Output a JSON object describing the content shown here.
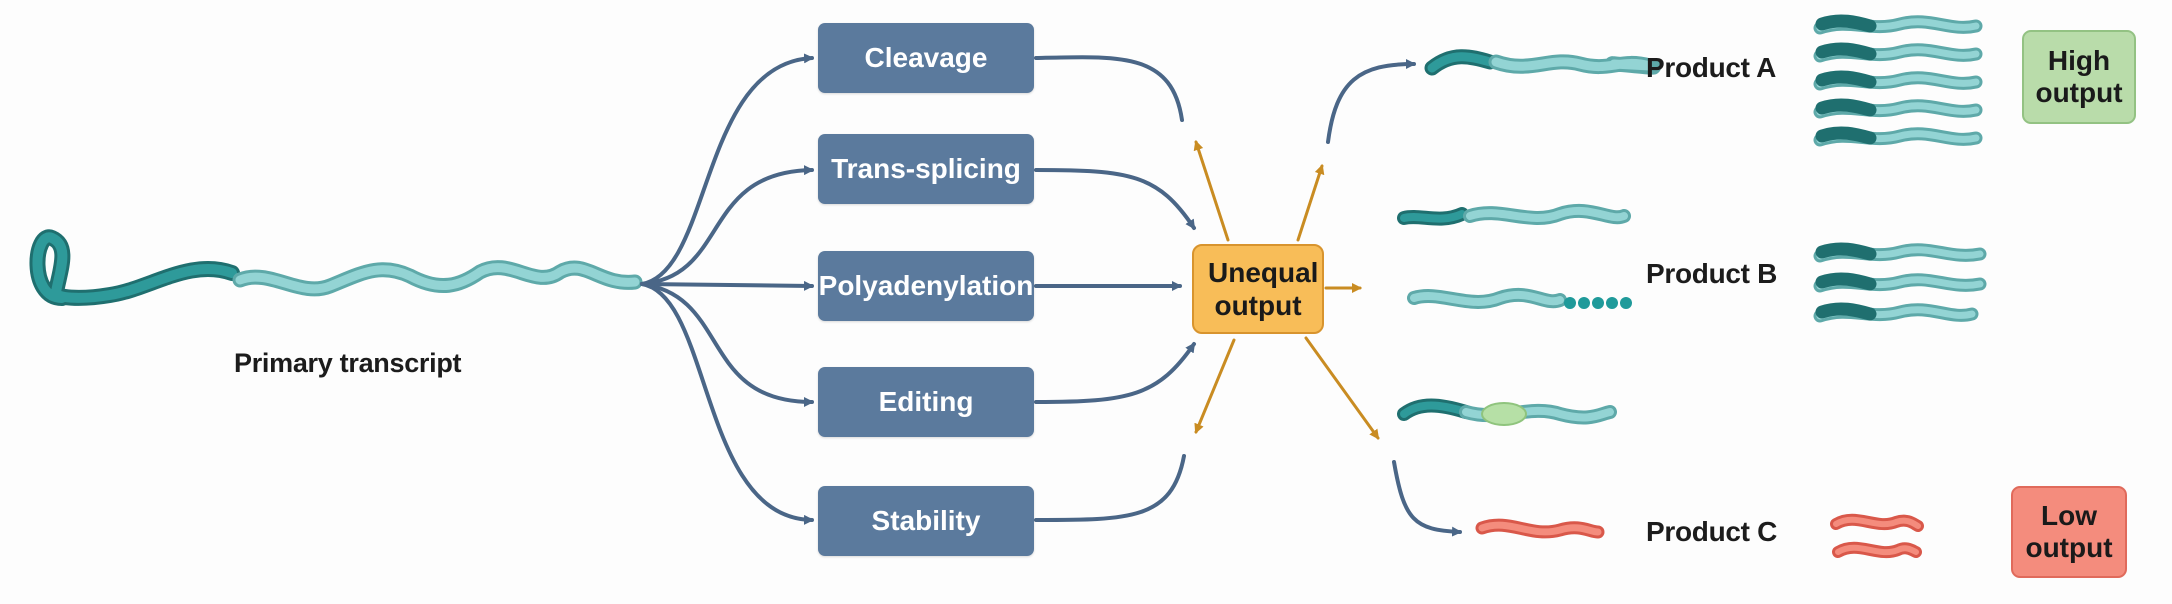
{
  "primary_transcript": {
    "label": "Primary transcript"
  },
  "steps": [
    {
      "label": "Cleavage"
    },
    {
      "label": "Trans-splicing"
    },
    {
      "label": "Polyadenylation"
    },
    {
      "label": "Editing"
    },
    {
      "label": "Stability"
    }
  ],
  "hub": {
    "label": "Unequal output"
  },
  "products": [
    {
      "label": "Product A",
      "badge": "High output"
    },
    {
      "label": "Product B"
    },
    {
      "label": "Product C",
      "badge": "Low output"
    }
  ],
  "colors": {
    "step_box": "#5b7a9d",
    "flow_arrow": "#4a6687",
    "hub": "#f8bd58",
    "hub_arrow": "#c98c22",
    "strand_light": "#7fc8c8",
    "strand_dark": "#2e8a8a",
    "product_c": "#f07a6a",
    "high_badge": "#b9dcaa",
    "low_badge": "#f48c7d"
  },
  "icons": [
    "rna-strand",
    "poly-a-tail-beads",
    "edited-site-oval"
  ]
}
